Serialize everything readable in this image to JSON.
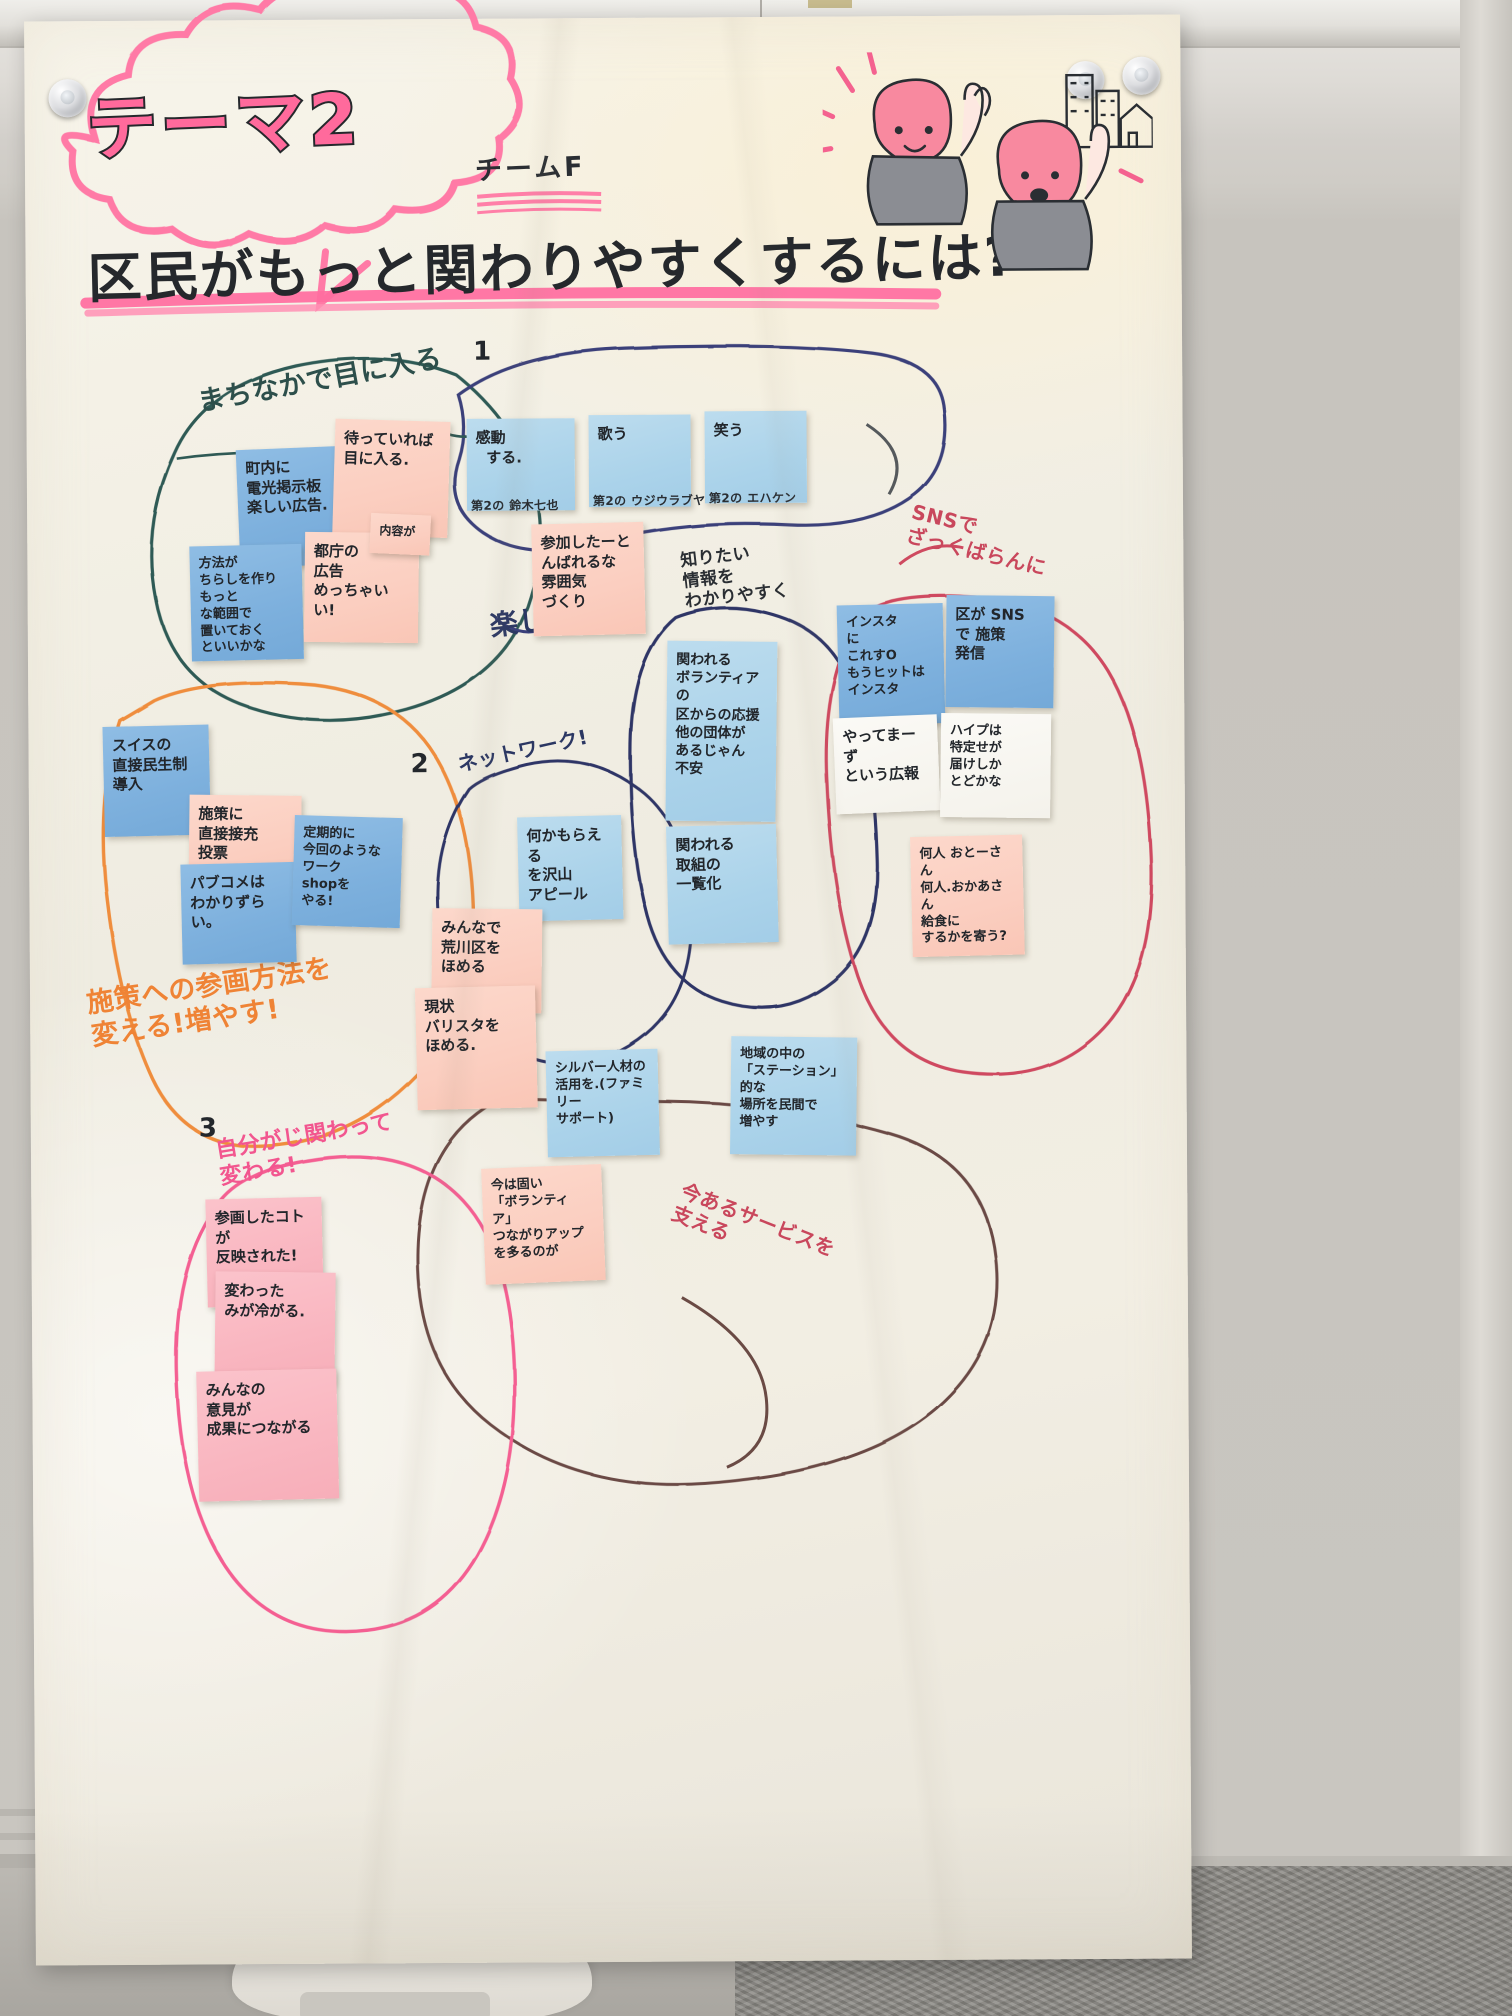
{
  "meta": {
    "scene": "workshop flipchart whiteboard photo",
    "title": "テーマ2",
    "team": "チームF",
    "subtitle": "区民がもっと関わりやすくするには?"
  },
  "markers": {
    "one": "1",
    "two": "2",
    "three": "3"
  },
  "handwriting": {
    "cluster1_label": "まちなかで目に入る",
    "tanoshimu": "楽しむ!",
    "shiritai": "知りたい\n情報を\nわかりやすく",
    "sns_label": "SNSで\nざっくばらんに",
    "seisaku_label": "施策への参画方法を\n変える!増やす!",
    "jibun_label": "自分がじ関わって\n変わる!",
    "service_label": "今あるサービスを\n支える",
    "network": "ネットワーク!"
  },
  "notes": {
    "cluster1": [
      {
        "id": "n1",
        "color": "blue",
        "text": "町内に\n電光掲示板\n楽しい広告."
      },
      {
        "id": "n2",
        "color": "peach",
        "text": "待っていれば\n目に入る."
      },
      {
        "id": "n3",
        "color": "blue",
        "text": "方法が\nちらしを作り\nもっと\nな範囲で\n置いておく\nといいかな"
      },
      {
        "id": "n4",
        "color": "peach",
        "text": "都庁の\n広告\nめっちゃいい!"
      },
      {
        "id": "n5",
        "color": "peach",
        "text": "内容が"
      }
    ],
    "cluster_top": [
      {
        "id": "t1",
        "color": "lblue",
        "text": "感動\n  する.",
        "caption": "第2の 鈴木七也"
      },
      {
        "id": "t2",
        "color": "lblue",
        "text": "歌う",
        "caption": "第2の ウジウラブヤ"
      },
      {
        "id": "t3",
        "color": "lblue",
        "text": "笑う",
        "caption": "第2の エハケン"
      },
      {
        "id": "t4",
        "color": "peach",
        "text": "参加したーと\nんばれるな\n雰囲気\nづくり"
      }
    ],
    "cluster_left2": [
      {
        "id": "l1",
        "color": "blue",
        "text": "スイスの\n直接民生制\n導入"
      },
      {
        "id": "l2",
        "color": "peach",
        "text": "施策に\n直接接充\n投票"
      },
      {
        "id": "l3",
        "color": "blue",
        "text": "パブコメは\nわかりずらい。"
      },
      {
        "id": "l4",
        "color": "blue",
        "text": "定期的に\n今回のような\nワーク\nshopを\nやる!"
      }
    ],
    "cluster_center": [
      {
        "id": "c1",
        "color": "lblue",
        "text": "何かもらえる\nを沢山\nアピール"
      },
      {
        "id": "c2",
        "color": "peach",
        "text": "みんなで\n荒川区を\nほめる"
      },
      {
        "id": "c3",
        "color": "peach",
        "text": "現状\nバリスタを\nほめる."
      }
    ],
    "cluster_midblue": [
      {
        "id": "m1",
        "color": "lblue",
        "text": "関われる\nボランティアの\n区からの応援\n他の団体が\nあるじゃん\n不安"
      },
      {
        "id": "m2",
        "color": "lblue",
        "text": "関われる\n取組の\n一覧化"
      }
    ],
    "cluster_right": [
      {
        "id": "r1",
        "color": "blue",
        "text": "インスタ\nに\nこれすO\nもうヒットは\nインスタ"
      },
      {
        "id": "r2",
        "color": "blue",
        "text": "区が SNS\nで 施策\n発信"
      },
      {
        "id": "r3",
        "color": "white",
        "text": "やってまーず\nという広報"
      },
      {
        "id": "r4",
        "color": "white",
        "text": "ハイプは\n特定せが\n届けしか\nとどかな"
      },
      {
        "id": "r5",
        "color": "peach",
        "text": "何人 おとーさん\n何人.おかあさん\n給食に\nするかを寄う?"
      }
    ],
    "cluster_bottom": [
      {
        "id": "b1",
        "color": "lblue",
        "text": "シルバー人材の\n活用を.(ファミリー\nサポート)"
      },
      {
        "id": "b2",
        "color": "lblue",
        "text": "地域の中の\n「ステーション」的な\n場所を民間で\n増やす"
      },
      {
        "id": "b3",
        "color": "peach",
        "text": "今は固い\n「ボランティア」\nつながりアップ\nを多るのが"
      }
    ],
    "cluster_bl": [
      {
        "id": "p1",
        "color": "pink",
        "text": "参画したコトが\n反映された!"
      },
      {
        "id": "p2",
        "color": "pink",
        "text": "変わった\nみが冷がる."
      },
      {
        "id": "p3",
        "color": "pink",
        "text": "みんなの\n意見が\n成果につながる"
      }
    ]
  }
}
